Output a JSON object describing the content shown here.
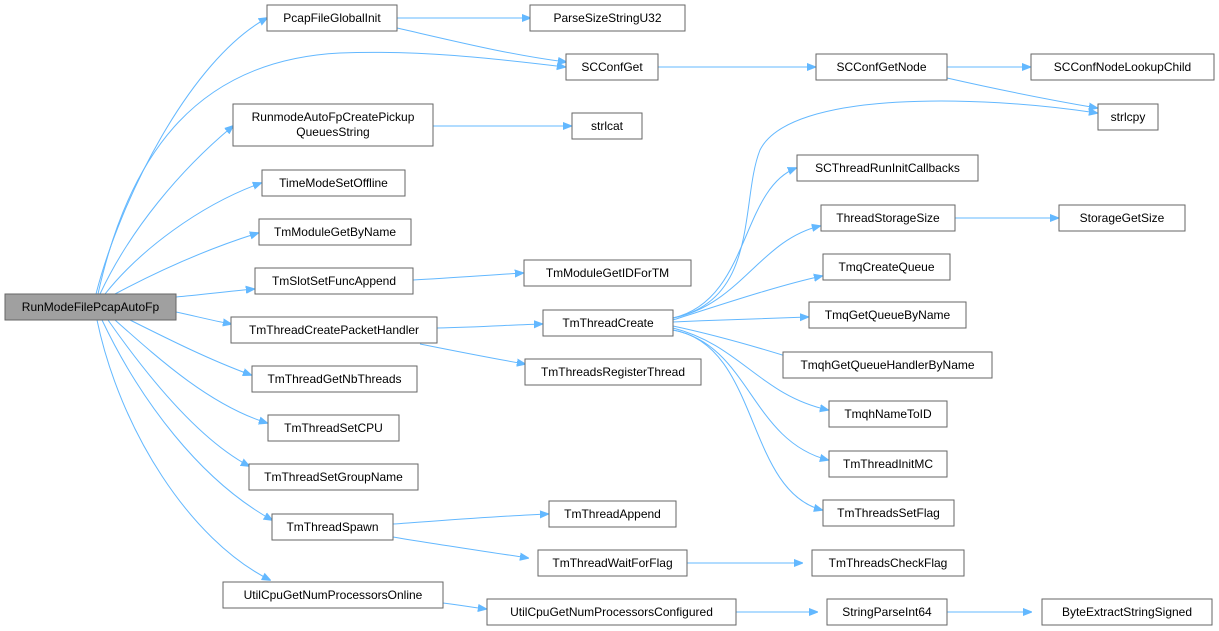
{
  "colors": {
    "edge": "#63b8ff",
    "node_border": "#666666",
    "root_fill": "#a0a0a0"
  },
  "nodes": {
    "root": "RunModeFilePcapAutoFp",
    "pcapGlobal": "PcapFileGlobalInit",
    "parseSize": "ParseSizeStringU32",
    "scconfget": "SCConfGet",
    "scconfgetnode": "SCConfGetNode",
    "lookupchild": "SCConfNodeLookupChild",
    "strlcpy": "strlcpy",
    "runmodeQueues1": "RunmodeAutoFpCreatePickup",
    "runmodeQueues2": "QueuesString",
    "strlcat": "strlcat",
    "timemode": "TimeModeSetOffline",
    "tmmodule": "TmModuleGetByName",
    "tmslot": "TmSlotSetFuncAppend",
    "tmmoduleid": "TmModuleGetIDForTM",
    "tmcreatepkt": "TmThreadCreatePacketHandler",
    "tmthreadcreate": "TmThreadCreate",
    "tmregister": "TmThreadsRegisterThread",
    "nbthreads": "TmThreadGetNbThreads",
    "setcpu": "TmThreadSetCPU",
    "setgroup": "TmThreadSetGroupName",
    "spawn": "TmThreadSpawn",
    "append": "TmThreadAppend",
    "waitflag": "TmThreadWaitForFlag",
    "checkflag": "TmThreadsCheckFlag",
    "cpuonline": "UtilCpuGetNumProcessorsOnline",
    "cpuconfigured": "UtilCpuGetNumProcessorsConfigured",
    "parseint": "StringParseInt64",
    "byteextract": "ByteExtractStringSigned",
    "runinit": "SCThreadRunInitCallbacks",
    "storagesize": "ThreadStorageSize",
    "storageget": "StorageGetSize",
    "tmqcreate": "TmqCreateQueue",
    "tmqgetbyname": "TmqGetQueueByName",
    "tmqhget": "TmqhGetQueueHandlerByName",
    "tmqhname": "TmqhNameToID",
    "initmc": "TmThreadInitMC",
    "setflag": "TmThreadsSetFlag"
  }
}
